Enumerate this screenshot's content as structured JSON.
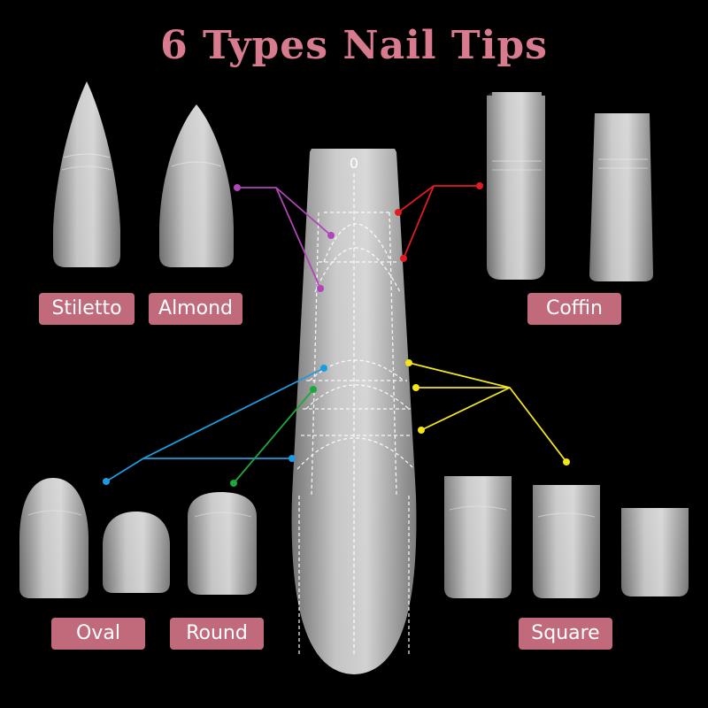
{
  "title": "6 Types Nail Tips",
  "center_tip_marker": "0",
  "labels": {
    "stiletto": "Stiletto",
    "almond": "Almond",
    "coffin": "Coffin",
    "oval": "Oval",
    "round": "Round",
    "square": "Square"
  },
  "colors": {
    "title": "#d97b8e",
    "label_bg": "#c06a7c",
    "stiletto_almond_pointer": "#b044b8",
    "coffin_pointer": "#e11b22",
    "oval_pointer": "#1e9be0",
    "round_pointer": "#1fa83a",
    "square_pointer": "#f2e51a",
    "background": "#000000"
  }
}
